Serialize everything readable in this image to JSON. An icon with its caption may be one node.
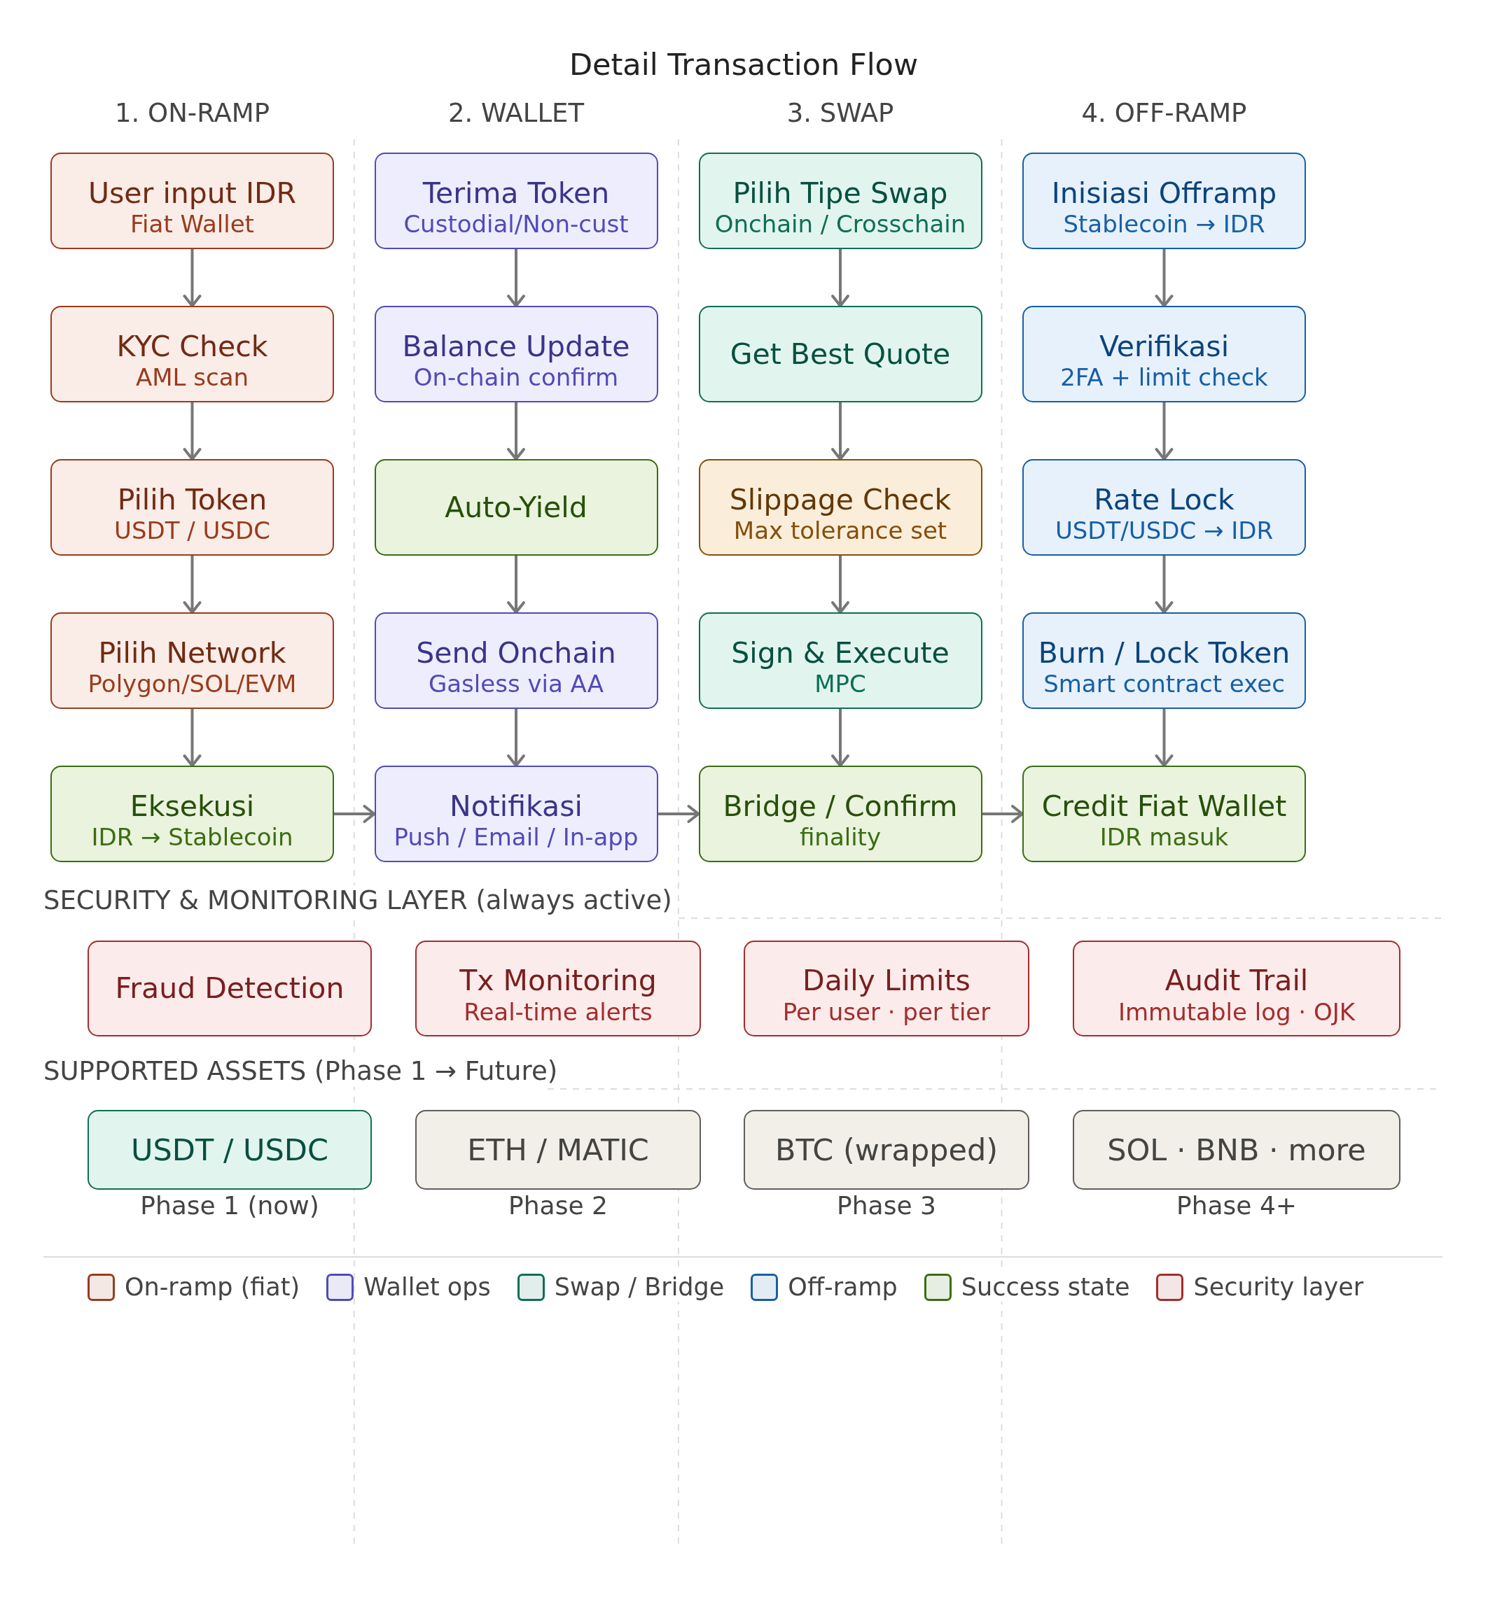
{
  "diagram": {
    "title": "Detail Transaction Flow",
    "nodes": [
      {
        "text": [
          "User input IDR",
          "Fiat Wallet"
        ]
      },
      {
        "text": [
          "KYC Check",
          "AML scan"
        ]
      },
      {
        "text": [
          "Pilih Token",
          "USDT / USDC"
        ]
      },
      {
        "text": [
          "Pilih Network",
          "Polygon/SOL/EVM"
        ]
      },
      {
        "text": [
          "Eksekusi",
          "IDR → Stablecoin"
        ]
      },
      {
        "text": [
          "Terima Token",
          "Custodial/Non-cust"
        ]
      },
      {
        "text": [
          "Balance Update",
          "On-chain confirm"
        ]
      },
      {
        "text": [
          "Auto-Yield"
        ]
      },
      {
        "text": [
          "Send Onchain",
          "Gasless via AA"
        ]
      },
      {
        "text": [
          "Notifikasi",
          "Push / Email / In-app"
        ]
      },
      {
        "text": [
          "Pilih Tipe Swap",
          "Onchain / Crosschain"
        ]
      },
      {
        "text": [
          "Get Best Quote"
        ]
      },
      {
        "text": [
          "Slippage Check",
          "Max tolerance set"
        ]
      },
      {
        "text": [
          "Sign & Execute",
          "MPC"
        ]
      },
      {
        "text": [
          "Bridge / Confirm",
          "finality"
        ]
      },
      {
        "text": [
          "Inisiasi Offramp",
          "Stablecoin → IDR"
        ]
      },
      {
        "text": [
          "Verifikasi",
          "2FA + limit check"
        ]
      },
      {
        "text": [
          "Rate Lock",
          "USDT/USDC → IDR"
        ]
      },
      {
        "text": [
          "Burn / Lock Token",
          "Smart contract exec"
        ]
      },
      {
        "text": [
          "Credit Fiat Wallet",
          "IDR masuk"
        ]
      },
      {
        "text": [
          "Fraud Detection"
        ]
      },
      {
        "text": [
          "Tx Monitoring",
          "Real-time alerts"
        ]
      },
      {
        "text": [
          "Daily Limits",
          "Per user · per tier"
        ]
      },
      {
        "text": [
          "Audit Trail",
          "Immutable log · OJK"
        ]
      },
      {
        "text": [
          "USDT / USDC"
        ],
        "beside": [
          "Phase 1 (now)"
        ]
      },
      {
        "text": [
          "ETH / MATIC"
        ],
        "beside": [
          "Phase 2"
        ]
      },
      {
        "text": [
          "BTC (wrapped)"
        ],
        "beside": [
          "Phase 3"
        ]
      },
      {
        "text": [
          "SOL · BNB · more"
        ],
        "beside": [
          "Phase 4+"
        ]
      }
    ],
    "edges": [
      {
        "from": 0,
        "to": 1,
        "arrow": "to"
      },
      {
        "from": 1,
        "to": 2,
        "arrow": "to"
      },
      {
        "from": 2,
        "to": 3,
        "arrow": "to"
      },
      {
        "from": 3,
        "to": 4,
        "arrow": "to"
      },
      {
        "from": 5,
        "to": 6,
        "arrow": "to"
      },
      {
        "from": 6,
        "to": 7,
        "arrow": "to"
      },
      {
        "from": 7,
        "to": 8,
        "arrow": "to"
      },
      {
        "from": 8,
        "to": 9,
        "arrow": "to"
      },
      {
        "from": 10,
        "to": 11,
        "arrow": "to"
      },
      {
        "from": 11,
        "to": 12,
        "arrow": "to"
      },
      {
        "from": 12,
        "to": 13,
        "arrow": "to"
      },
      {
        "from": 13,
        "to": 14,
        "arrow": "to"
      },
      {
        "from": 15,
        "to": 16,
        "arrow": "to"
      },
      {
        "from": 16,
        "to": 17,
        "arrow": "to"
      },
      {
        "from": 17,
        "to": 18,
        "arrow": "to"
      },
      {
        "from": 18,
        "to": 19,
        "arrow": "to"
      },
      {
        "from": 4,
        "to": 9,
        "arrow": "to"
      },
      {
        "from": 9,
        "to": 14,
        "arrow": "to"
      },
      {
        "from": 14,
        "to": 19,
        "arrow": "to"
      }
    ],
    "labels": [
      "1. ON-RAMP",
      "2. WALLET",
      "3. SWAP",
      "4. OFF-RAMP",
      "SECURITY & MONITORING LAYER (always active)",
      "SUPPORTED ASSETS (Phase 1 → Future)"
    ],
    "legend": [
      {
        "text": "On-ramp (fiat)",
        "color": "#993c1d"
      },
      {
        "text": "Wallet ops",
        "color": "#534ab7"
      },
      {
        "text": "Swap / Bridge",
        "color": "#0f6e56"
      },
      {
        "text": "Off-ramp",
        "color": "#185fa5"
      },
      {
        "text": "Success state",
        "color": "#3b6d11"
      },
      {
        "text": "Security layer",
        "color": "#a32d2d"
      }
    ]
  }
}
